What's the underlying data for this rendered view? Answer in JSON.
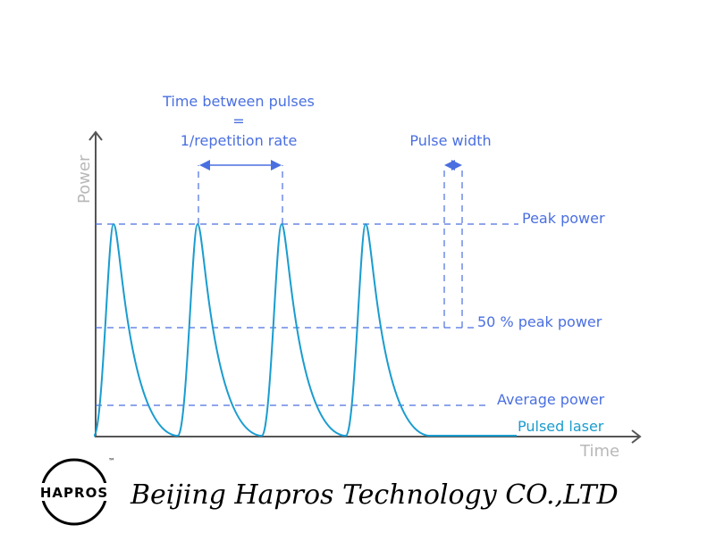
{
  "labels": {
    "time_between_line1": "Time between pulses",
    "time_between_line2": "=",
    "time_between_line3": "1/repetition rate",
    "pulse_width": "Pulse width",
    "peak_power": "Peak power",
    "half_peak": "50 % peak power",
    "average_power": "Average power",
    "pulsed_laser": "Pulsed laser"
  },
  "axes": {
    "x_label": "Time",
    "y_label": "Power"
  },
  "colors": {
    "annotation": "#4a6fe0",
    "pulse": "#1a9ccf",
    "axis": "#555555",
    "axis_label": "#b8b8b8"
  },
  "pulses": {
    "count": 4
  },
  "logo": {
    "text": "HAPROS",
    "trademark": "™"
  },
  "company": "Beijing Hapros Technology CO.,LTD"
}
